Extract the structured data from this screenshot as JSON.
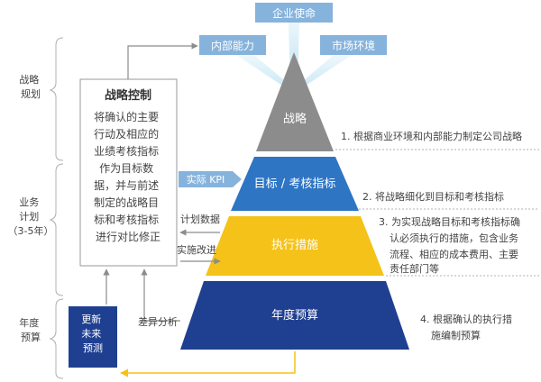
{
  "top": {
    "mission": "企业使命",
    "internal": "内部能力",
    "market": "市场环境"
  },
  "left": {
    "strategy_planning": [
      "战略",
      "规划"
    ],
    "business_plan": [
      "业务",
      "计划",
      "（3-5年）"
    ],
    "annual_budget": [
      "年度",
      "预算"
    ]
  },
  "control": {
    "title": "战略控制",
    "lines": [
      "将确认的主要",
      "行动及相应的",
      "业绩考核指标",
      "作为目标数",
      "据，并与前述",
      "制定的战略目",
      "标和考核指标",
      "进行对比修正"
    ]
  },
  "update_box": {
    "lines": [
      "更新",
      "未来",
      "预测"
    ]
  },
  "labels": {
    "actual_kpi": "实际 KPI",
    "plan_data": "计划数据",
    "implementation_improve": "实施改进",
    "variance_analysis": "差异分析"
  },
  "pyramid": {
    "strategy": "战略",
    "targets": "目标 / 考核指标",
    "actions": "执行措施",
    "budget": "年度预算"
  },
  "notes": {
    "n1": [
      "1. 根据商业环境和内部能力制定公司战略"
    ],
    "n2": [
      "2. 将战略细化到目标和考核指标"
    ],
    "n3": [
      "3. 为实现战略目标和考核指标确",
      "认必须执行的措施，包含业务",
      "流程、相应的成本费用、主要",
      "责任部门等"
    ],
    "n4": [
      "4. 根据确认的执行措",
      "施编制预算"
    ]
  },
  "colors": {
    "blue_box": "#86b3dc",
    "strategy": "#8c8c8c",
    "targets": "#2e75c4",
    "actions": "#f5c21a",
    "budget": "#1f3f91",
    "update_box": "#1f3f91",
    "connector": "#f5c21a"
  }
}
